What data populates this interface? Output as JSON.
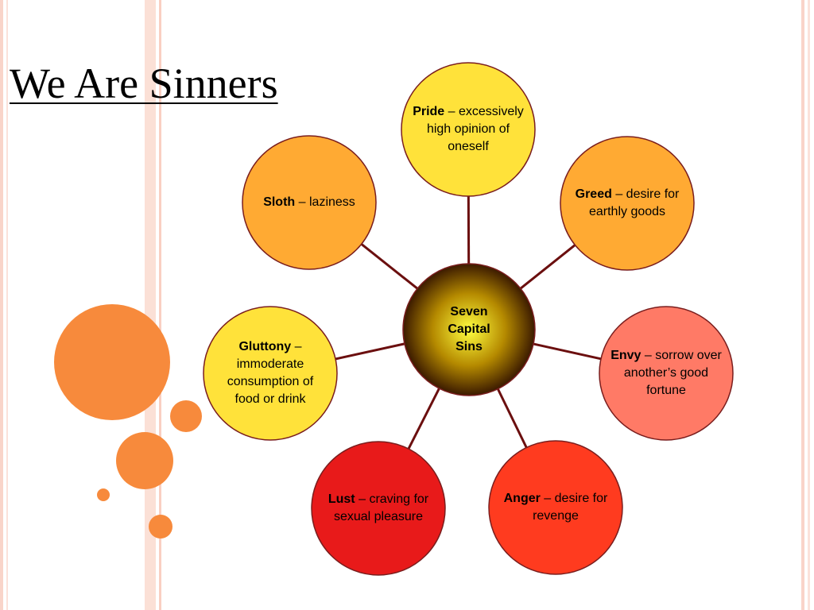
{
  "title": "We Are Sinners",
  "center": {
    "label": "Seven\nCapital\nSins"
  },
  "sins": [
    {
      "key": "pride",
      "name": "Pride",
      "description": "excessively high opinion of oneself",
      "fill": "#ffe23a"
    },
    {
      "key": "greed",
      "name": "Greed",
      "description": "desire for earthly goods",
      "fill": "#ffaa33"
    },
    {
      "key": "envy",
      "name": "Envy",
      "description": "sorrow over another’s good fortune",
      "fill": "#ff7a66"
    },
    {
      "key": "anger",
      "name": "Anger",
      "description": "desire for revenge",
      "fill": "#ff3b1f"
    },
    {
      "key": "lust",
      "name": "Lust",
      "description": "craving for sexual pleasure",
      "fill": "#e81a1a"
    },
    {
      "key": "gluttony",
      "name": "Gluttony",
      "description": "immoderate consumption of food or drink",
      "fill": "#ffe23a"
    },
    {
      "key": "sloth",
      "name": "Sloth",
      "description": "laziness",
      "fill": "#ffaa33"
    }
  ],
  "colors": {
    "connector": "#6b0f0f",
    "circle_border": "#7a1e1e",
    "center_dark": "#3b1a00",
    "center_light": "#ffff40",
    "decor_orange": "#f78a3c",
    "stripe_pink": "#f9d4c9"
  }
}
